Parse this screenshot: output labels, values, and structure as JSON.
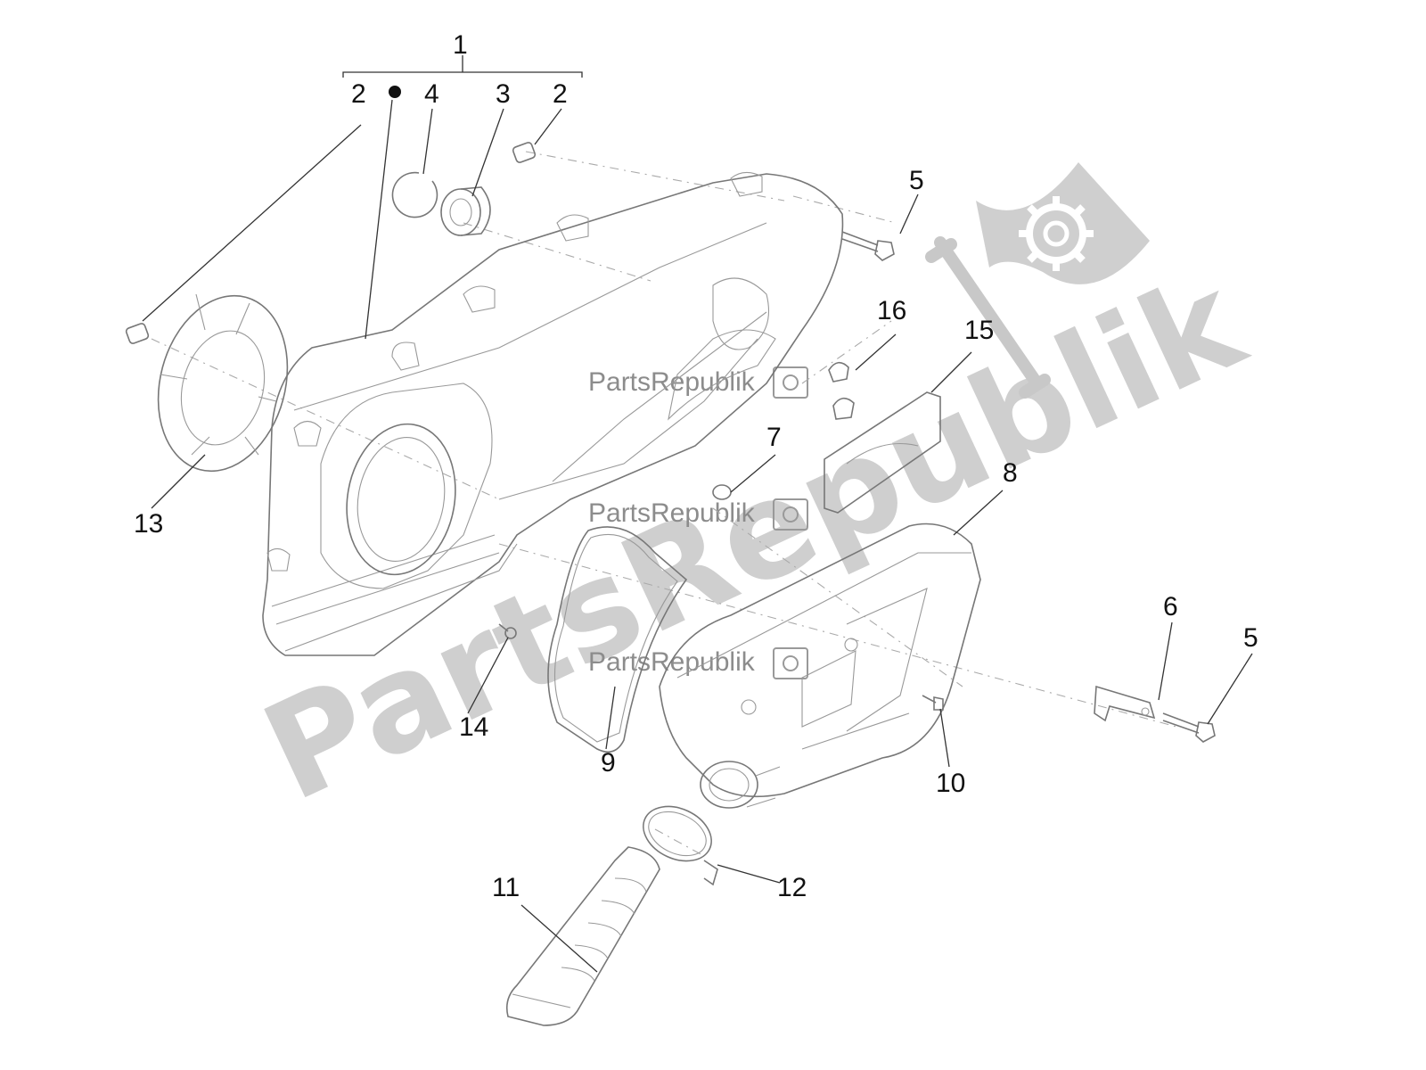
{
  "labels": {
    "l1": "1",
    "l2a": "2",
    "l2b": "2",
    "l3": "3",
    "l4": "4",
    "l5a": "5",
    "l5b": "5",
    "l6": "6",
    "l7": "7",
    "l8": "8",
    "l9": "9",
    "l10": "10",
    "l11": "11",
    "l12": "12",
    "l13": "13",
    "l14": "14",
    "l15": "15",
    "l16": "16"
  },
  "watermark": {
    "big_text": "PartsRepublik",
    "small_text": "PartsRepublik",
    "logo_icon": "gear-flag-icon"
  },
  "colors": {
    "line": "#777777",
    "watermark": "#cfcfcf",
    "label": "#111111"
  }
}
